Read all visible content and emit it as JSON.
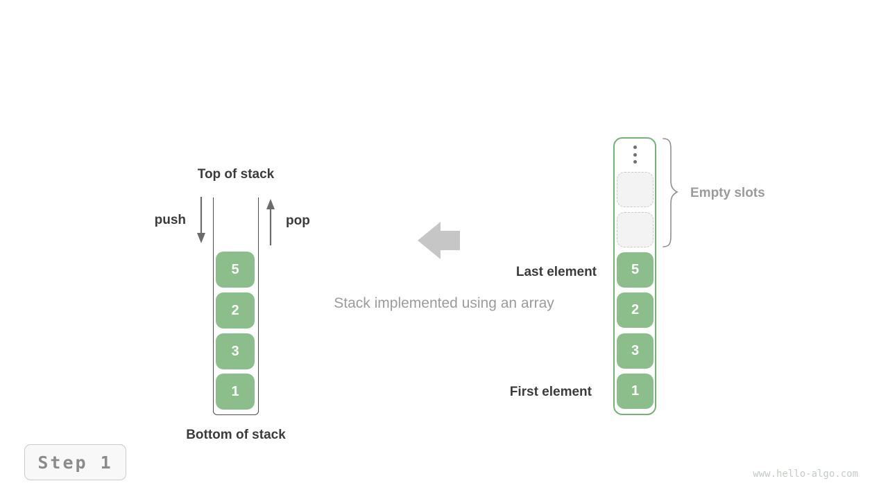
{
  "left_stack": {
    "top_label": "Top of stack",
    "push_label": "push",
    "pop_label": "pop",
    "bottom_label": "Bottom of stack",
    "elements": [
      "5",
      "2",
      "3",
      "1"
    ]
  },
  "caption": "Stack implemented using an array",
  "right_array": {
    "elements": [
      "5",
      "2",
      "3",
      "1"
    ],
    "empty_slot_count": 2,
    "labels": {
      "empty_slots": "Empty slots",
      "last_element": "Last element",
      "first_element": "First element"
    }
  },
  "footer": {
    "step_label": "Step 1",
    "watermark": "www.hello-algo.com"
  },
  "colors": {
    "element_green": "#8CBE8C",
    "array_border_green": "#74B175",
    "dark_text": "#3B3B3B",
    "gray_text": "#9B9B9B",
    "block_arrow_gray": "#C6C6C6",
    "empty_slot_fill": "#F3F3F3"
  }
}
